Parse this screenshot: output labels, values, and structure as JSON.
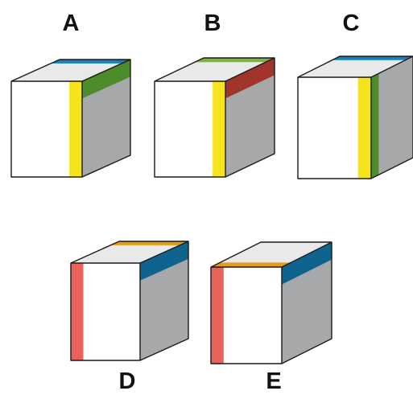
{
  "colors": {
    "top_face": "#e9e9ec",
    "front_face": "#ffffff",
    "side_face": "#a7a8aa",
    "outline": "#1a1a1a",
    "blue": "#1582bd",
    "green": "#4d8c2a",
    "yellow": "#f5e31b",
    "green_light": "#7cb342",
    "red_brown": "#a2352b",
    "orange": "#e39b1b",
    "steel_blue": "#0e638f",
    "salmon": "#e8635a"
  },
  "cubes": [
    {
      "id": "A",
      "label": "A",
      "stripes": [
        {
          "face": "top",
          "position": "back",
          "color": "blue"
        },
        {
          "face": "side",
          "position": "top",
          "color": "green"
        },
        {
          "face": "front",
          "position": "right",
          "color": "yellow"
        }
      ]
    },
    {
      "id": "B",
      "label": "B",
      "stripes": [
        {
          "face": "top",
          "position": "back",
          "color": "green_light"
        },
        {
          "face": "side",
          "position": "top",
          "color": "red_brown"
        },
        {
          "face": "front",
          "position": "right",
          "color": "yellow"
        }
      ]
    },
    {
      "id": "C",
      "label": "C",
      "stripes": [
        {
          "face": "top",
          "position": "back",
          "color": "blue"
        },
        {
          "face": "side",
          "position": "left",
          "color": "green"
        },
        {
          "face": "front",
          "position": "right",
          "color": "yellow"
        }
      ]
    },
    {
      "id": "D",
      "label": "D",
      "stripes": [
        {
          "face": "top",
          "position": "back",
          "color": "orange"
        },
        {
          "face": "side",
          "position": "top",
          "color": "steel_blue"
        },
        {
          "face": "front",
          "position": "left",
          "color": "salmon"
        }
      ]
    },
    {
      "id": "E",
      "label": "E",
      "stripes": [
        {
          "face": "top",
          "position": "front",
          "color": "orange"
        },
        {
          "face": "side",
          "position": "top",
          "color": "steel_blue"
        },
        {
          "face": "front",
          "position": "left",
          "color": "salmon"
        }
      ]
    }
  ]
}
